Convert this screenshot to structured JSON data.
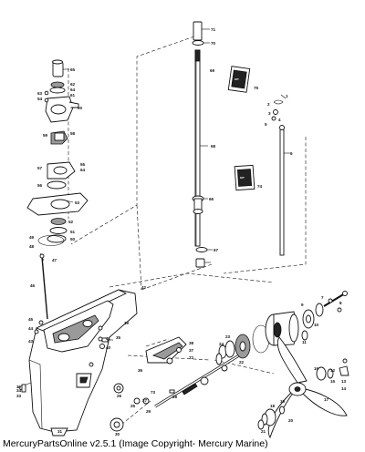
{
  "footer": {
    "text": "MercuryPartsOnline v2.5.1 (Image Copyright- Mercury Marine)"
  },
  "callouts": [
    {
      "id": "c71",
      "label": "71"
    },
    {
      "id": "c70",
      "label": "70"
    },
    {
      "id": "c69",
      "label": "69"
    },
    {
      "id": "c68",
      "label": "68"
    },
    {
      "id": "c67",
      "label": "67"
    },
    {
      "id": "c66",
      "label": "66"
    },
    {
      "id": "c65",
      "label": "65"
    },
    {
      "id": "c64a",
      "label": "64"
    },
    {
      "id": "c64b",
      "label": "64"
    },
    {
      "id": "c63",
      "label": "63"
    },
    {
      "id": "c62",
      "label": "62"
    },
    {
      "id": "c61",
      "label": "61"
    },
    {
      "id": "c60",
      "label": "60"
    },
    {
      "id": "c59",
      "label": "59"
    },
    {
      "id": "c58",
      "label": "58"
    },
    {
      "id": "c57",
      "label": "57"
    },
    {
      "id": "c56",
      "label": "56"
    },
    {
      "id": "c55",
      "label": "55"
    },
    {
      "id": "c54",
      "label": "54"
    },
    {
      "id": "c53",
      "label": "53"
    },
    {
      "id": "c52",
      "label": "52"
    },
    {
      "id": "c51",
      "label": "51"
    },
    {
      "id": "c50",
      "label": "50"
    },
    {
      "id": "c49",
      "label": "49"
    },
    {
      "id": "c48",
      "label": "48"
    },
    {
      "id": "c47",
      "label": "47"
    },
    {
      "id": "c46",
      "label": "46"
    },
    {
      "id": "c45",
      "label": "45"
    },
    {
      "id": "c44",
      "label": "44"
    },
    {
      "id": "c43",
      "label": "43"
    },
    {
      "id": "c42",
      "label": "42"
    },
    {
      "id": "c41",
      "label": "41"
    },
    {
      "id": "c40",
      "label": "40"
    },
    {
      "id": "c39",
      "label": "39"
    },
    {
      "id": "c38",
      "label": "38"
    },
    {
      "id": "c37",
      "label": "37"
    },
    {
      "id": "c36",
      "label": "36"
    },
    {
      "id": "c35",
      "label": "35"
    },
    {
      "id": "c34",
      "label": "34"
    },
    {
      "id": "c33",
      "label": "33"
    },
    {
      "id": "c32",
      "label": "32"
    },
    {
      "id": "c31",
      "label": "31"
    },
    {
      "id": "c30",
      "label": "30"
    },
    {
      "id": "c29",
      "label": "29"
    },
    {
      "id": "c28",
      "label": "28"
    },
    {
      "id": "c27",
      "label": "27"
    },
    {
      "id": "c26",
      "label": "26"
    },
    {
      "id": "c25",
      "label": "25"
    },
    {
      "id": "c24",
      "label": "24"
    },
    {
      "id": "c23",
      "label": "23"
    },
    {
      "id": "c22",
      "label": "22"
    },
    {
      "id": "c21",
      "label": "21"
    },
    {
      "id": "c20",
      "label": "20"
    },
    {
      "id": "c19",
      "label": "19"
    },
    {
      "id": "c18",
      "label": "18"
    },
    {
      "id": "c17",
      "label": "17"
    },
    {
      "id": "c16",
      "label": "16"
    },
    {
      "id": "c15",
      "label": "15"
    },
    {
      "id": "c14",
      "label": "14"
    },
    {
      "id": "c13",
      "label": "13"
    },
    {
      "id": "c12",
      "label": "12"
    },
    {
      "id": "c11",
      "label": "11"
    },
    {
      "id": "c10",
      "label": "10"
    },
    {
      "id": "c9",
      "label": "9"
    },
    {
      "id": "c8",
      "label": "8"
    },
    {
      "id": "c7",
      "label": "7"
    },
    {
      "id": "c6",
      "label": "6"
    },
    {
      "id": "c5",
      "label": "5"
    },
    {
      "id": "c4",
      "label": "4"
    },
    {
      "id": "c3",
      "label": "3"
    },
    {
      "id": "c2",
      "label": "2"
    },
    {
      "id": "c1",
      "label": "1"
    },
    {
      "id": "c75",
      "label": "75"
    },
    {
      "id": "c74",
      "label": "74"
    },
    {
      "id": "c73",
      "label": "73"
    },
    {
      "id": "c72",
      "label": "72"
    }
  ]
}
